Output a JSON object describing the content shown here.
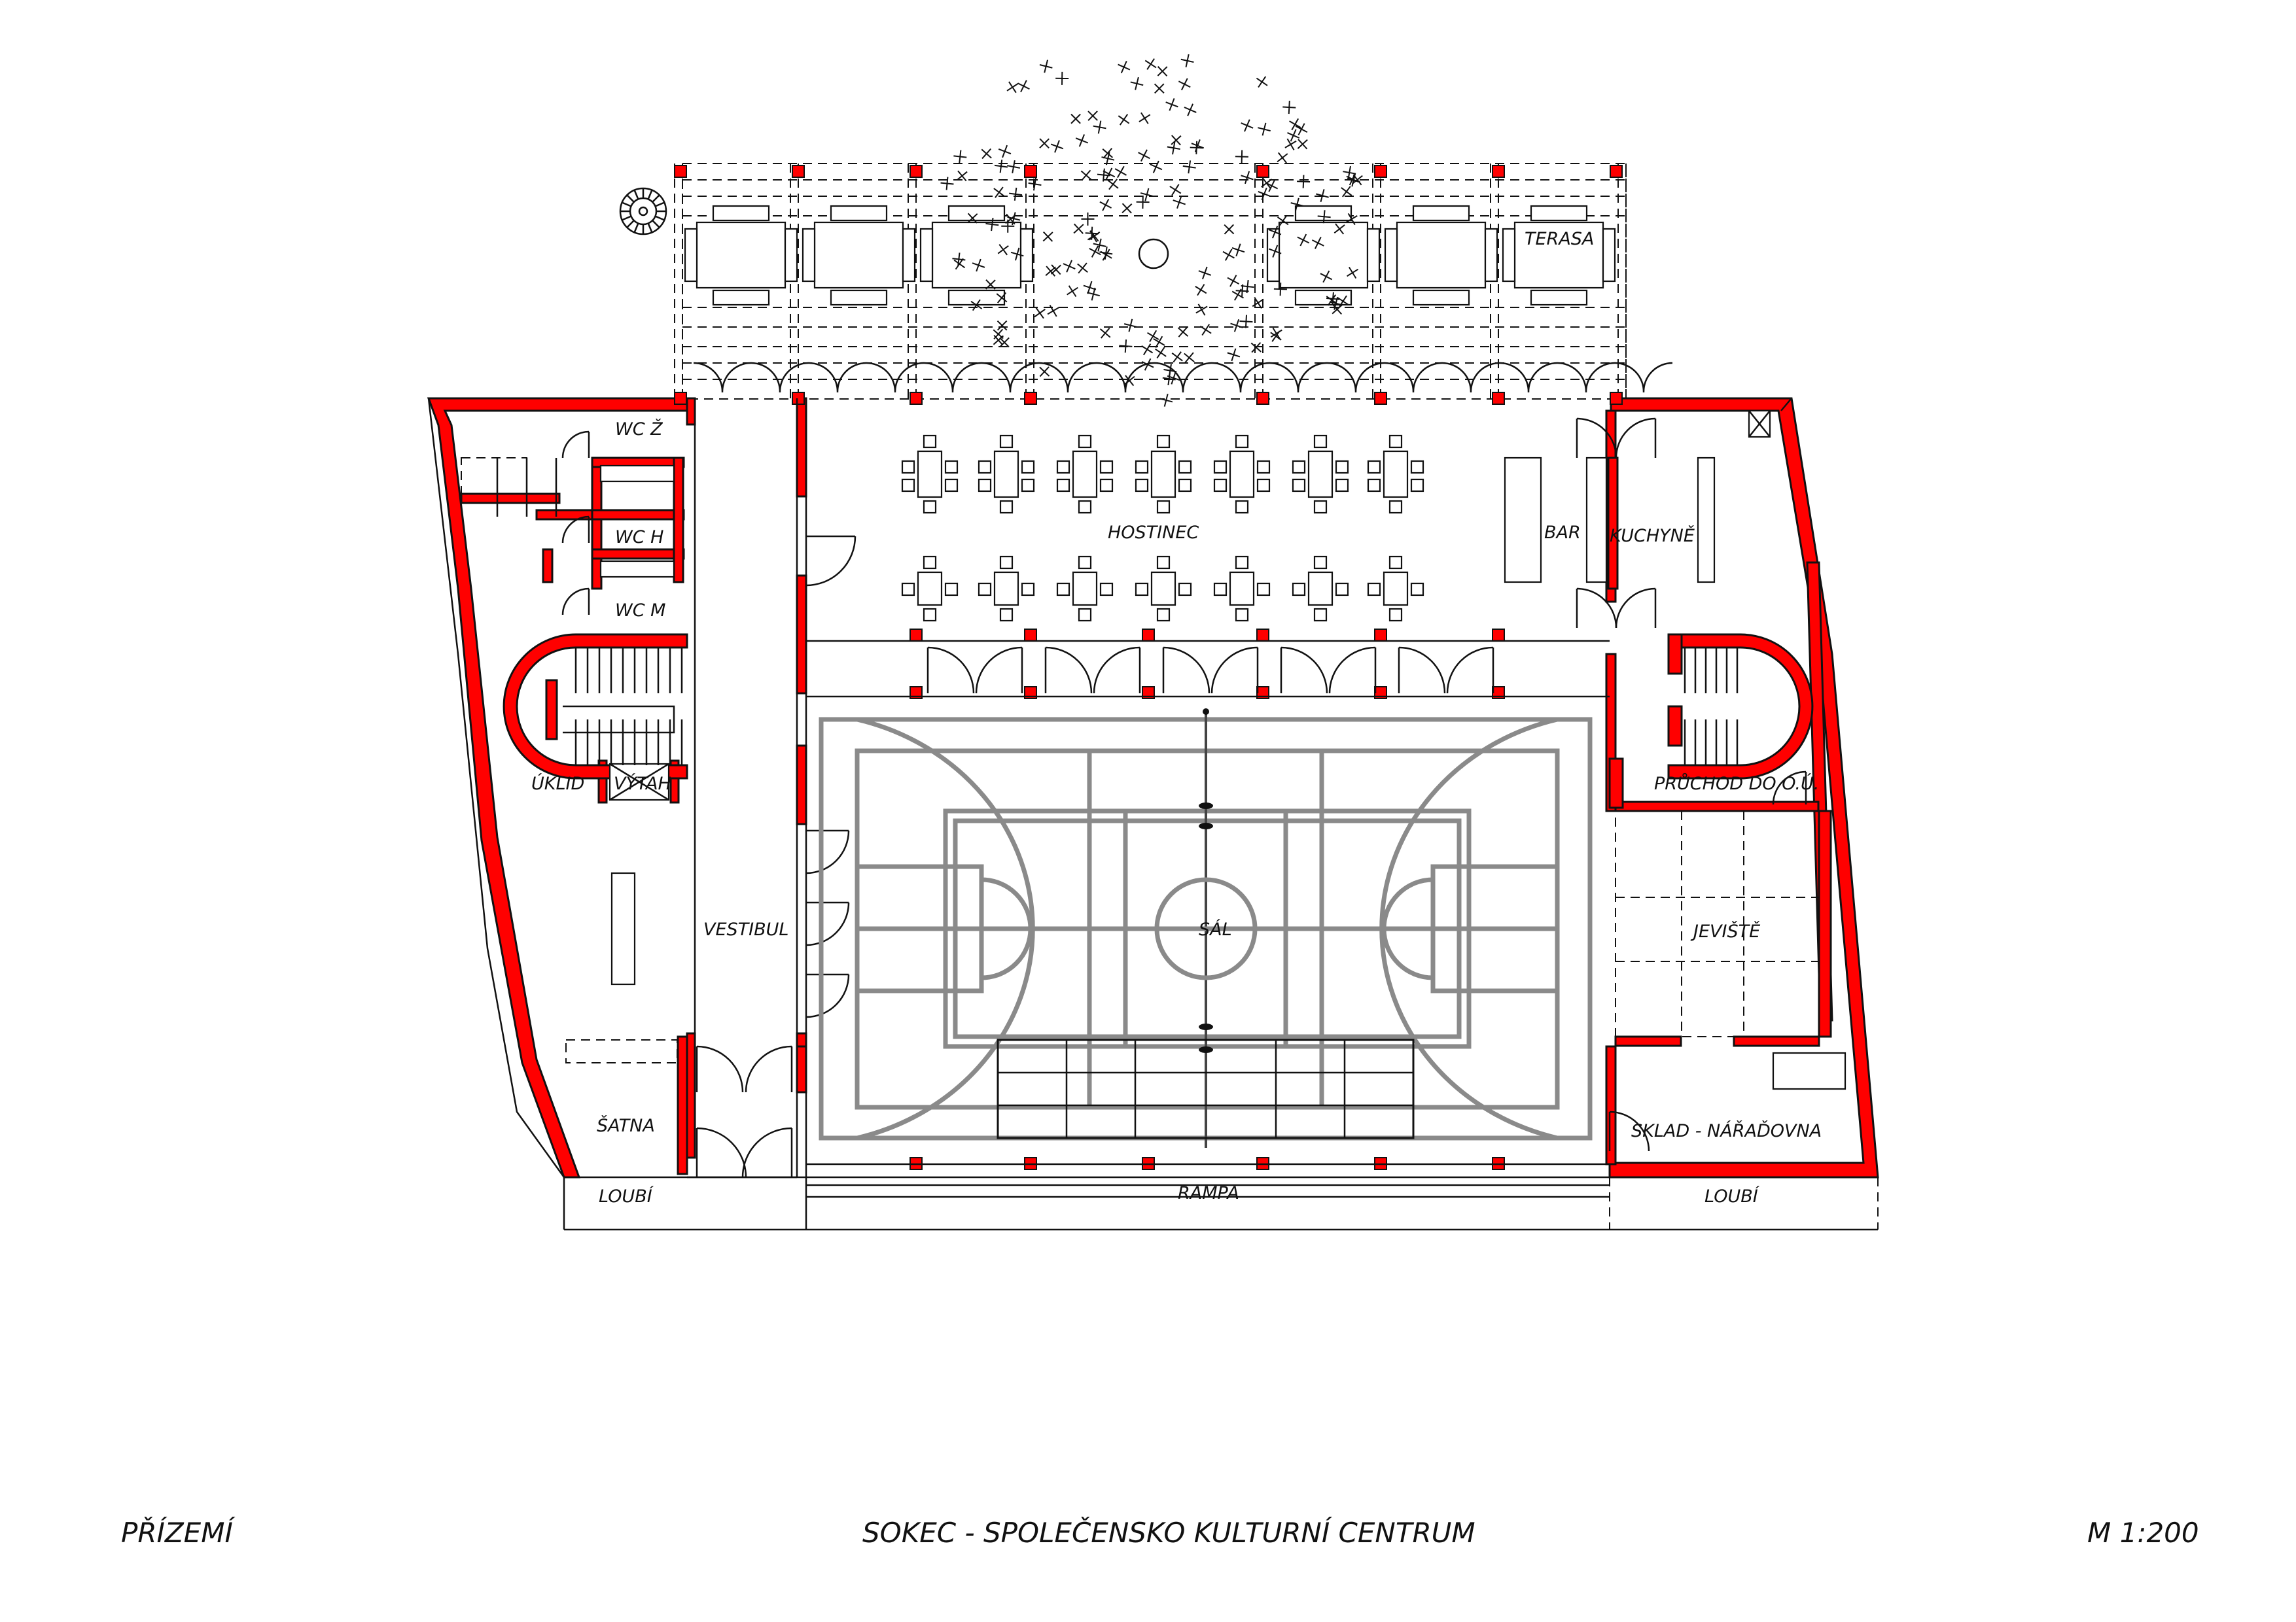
{
  "drawing": {
    "floor_label": "PŘÍZEMÍ",
    "project_title": "SOKEC - SPOLEČENSKO KULTURNÍ CENTRUM",
    "scale": "M 1:200"
  },
  "rooms": {
    "wc_z": "WC Ž",
    "wc_h": "WC H",
    "wc_m": "WC M",
    "uklid": "ÚKLID",
    "vytah": "VÝTAH",
    "vestibul": "VESTIBUL",
    "satna": "ŠATNA",
    "loubi_left": "LOUBÍ",
    "loubi_right": "LOUBÍ",
    "rampa": "RAMPA",
    "hostinec": "HOSTINEC",
    "bar": "BAR",
    "kuchyne": "KUCHYNĚ",
    "terasa": "TERASA",
    "sal": "SÁL",
    "pruchod": "PRŮCHOD DO O.Ú.",
    "jeviste": "JEVIŠTĚ",
    "sklad": "SKLAD - NÁŘAĎOVNA"
  },
  "colors": {
    "wall": "#ff0000",
    "court_lines": "#8a8a8a",
    "linework": "#111111"
  }
}
